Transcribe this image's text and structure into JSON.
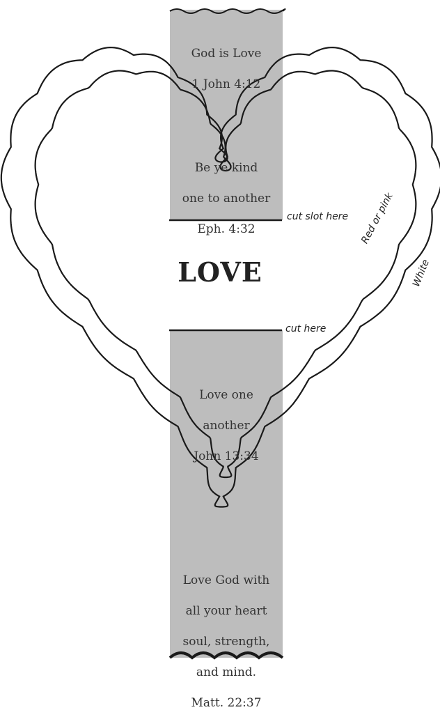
{
  "strips": {
    "top": {
      "line1": "God is Love",
      "line2": "1 John 4:12"
    },
    "upper": {
      "line1": "Be ye kind",
      "line2": "one to another",
      "line3": "Eph. 4:32"
    },
    "lower": {
      "line1": "Love one",
      "line2": "another",
      "line3": "John 13:34"
    },
    "bottom": {
      "line1": "Love God with",
      "line2": "all your heart",
      "line3": "soul, strength,",
      "line4": "and mind.",
      "line5": "Matt. 22:37"
    }
  },
  "center_word": "LOVE",
  "annotations": {
    "cut_slot": "cut slot here",
    "cut": "cut here",
    "inner_color": "Red or pink",
    "outer_color": "White"
  },
  "colors": {
    "strip": "#bdbdbd",
    "outline": "#1a1a1a"
  }
}
